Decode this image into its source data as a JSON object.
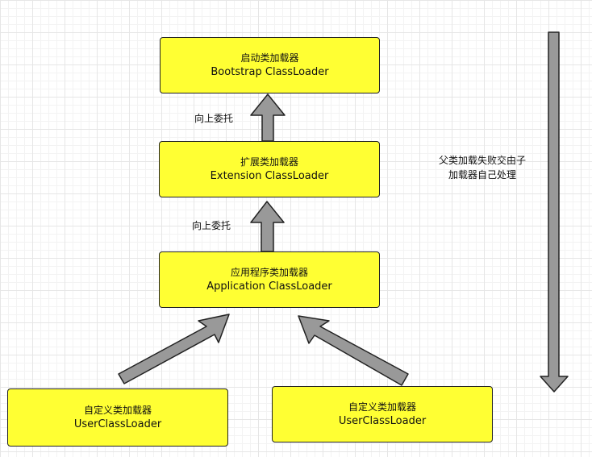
{
  "boxes": {
    "bootstrap": {
      "zh": "启动类加载器",
      "en": "Bootstrap ClassLoader"
    },
    "extension": {
      "zh": "扩展类加载器",
      "en": "Extension ClassLoader"
    },
    "application": {
      "zh": "应用程序类加载器",
      "en": "Application ClassLoader"
    },
    "user_left": {
      "zh": "自定义类加载器",
      "en": "UserClassLoader"
    },
    "user_right": {
      "zh": "自定义类加载器",
      "en": "UserClassLoader"
    }
  },
  "labels": {
    "delegate_upper": "向上委托",
    "delegate_lower": "向上委托"
  },
  "side_note": {
    "line1": "父类加载失败交由子",
    "line2": "加载器自己处理"
  },
  "colors": {
    "box_fill": "#ffff33",
    "arrow_fill": "#999999",
    "stroke": "#222222"
  }
}
